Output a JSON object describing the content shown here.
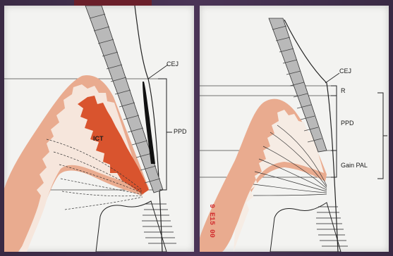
{
  "left_panel": {
    "labels": {
      "cej": "CEJ",
      "ppd": "PPD",
      "ict": "ICT"
    }
  },
  "right_panel": {
    "labels": {
      "cej": "CEJ",
      "r": "R",
      "ppd": "PPD",
      "gain_pal": "Gain PAL"
    },
    "stamp": "9 E15 00"
  },
  "colors": {
    "gingiva": "#e9ab8f",
    "inflamed_tissue": "#d9542e",
    "background": "#f3f3f1",
    "frame": "#3a2a44"
  }
}
